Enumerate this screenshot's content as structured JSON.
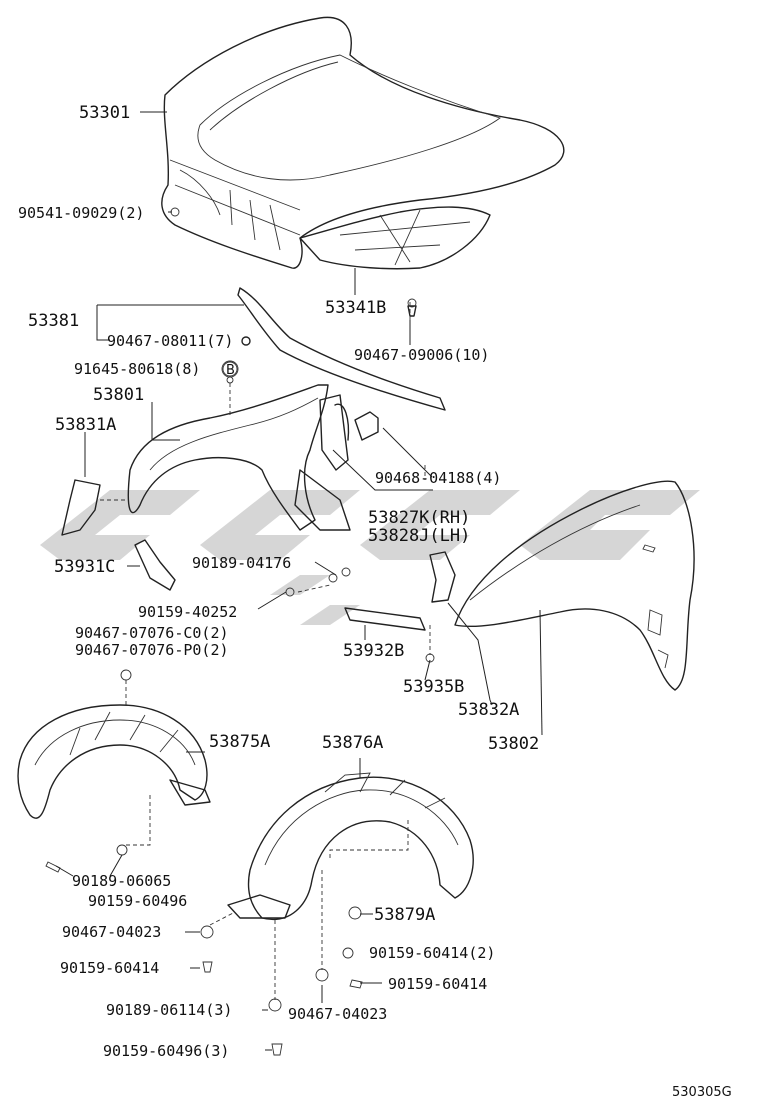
{
  "labels": {
    "p53301": "53301",
    "p90541": "90541-09029(2)",
    "p53341B": "53341B",
    "p90467_09006": "90467-09006(10)",
    "p53381": "53381",
    "p90467_08011": "90467-08011(7)",
    "p91645": "91645-80618(8)",
    "p53801": "53801",
    "p53831A": "53831A",
    "p90468": "90468-04188(4)",
    "p53827K": "53827K(RH)",
    "p53828J": "53828J(LH)",
    "p53931C": "53931C",
    "p90189_04176": "90189-04176",
    "p90159_40252": "90159-40252",
    "p90467_07076_C0": "90467-07076-C0(2)",
    "p90467_07076_P0": "90467-07076-P0(2)",
    "p53932B": "53932B",
    "p53935B": "53935B",
    "p53832A": "53832A",
    "p53802": "53802",
    "p53875A": "53875A",
    "p53876A": "53876A",
    "p90189_06065": "90189-06065",
    "p90159_60496": "90159-60496",
    "p90467_04023a": "90467-04023",
    "p53879A": "53879A",
    "p90159_60414_2": "90159-60414(2)",
    "p90159_60414": "90159-60414",
    "p90159_60414b": "90159-60414",
    "p90189_06114": "90189-06114(3)",
    "p90467_04023b": "90467-04023",
    "p90159_60496_3": "90159-60496(3)"
  },
  "callout_B": "B",
  "diagram_code": "530305G",
  "colors": {
    "line": "#222222",
    "watermark": "#c8c8c8"
  }
}
